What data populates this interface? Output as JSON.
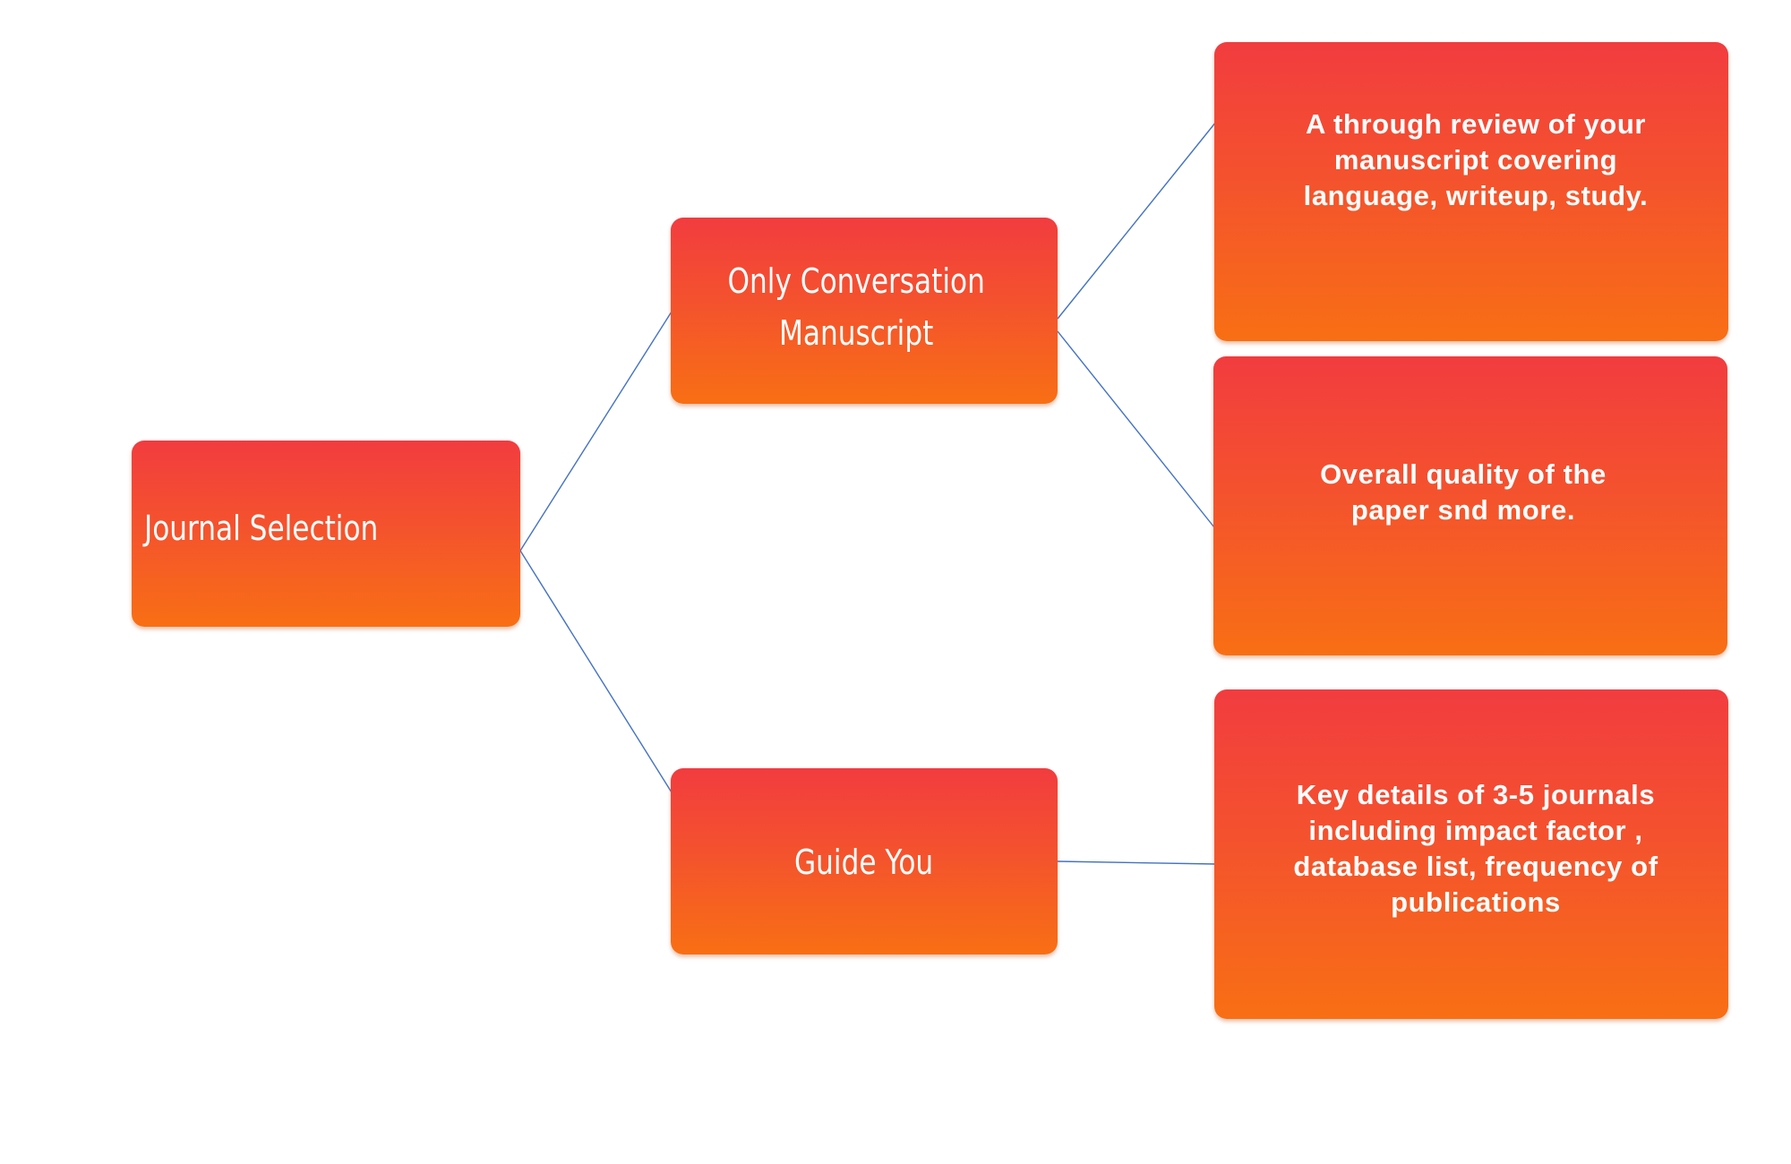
{
  "diagram": {
    "root": {
      "label": "Journal Selection"
    },
    "branches": [
      {
        "label": "Only Conversation\nManuscript",
        "details": [
          "A through review of your\nmanuscript covering\nlanguage, writeup, study.",
          "Overall quality of the\npaper snd more."
        ]
      },
      {
        "label": "Guide You",
        "details": [
          "Key details of 3-5 journals\nincluding impact factor ,\ndatabase list, frequency of\npublications"
        ]
      }
    ]
  },
  "colors": {
    "box_top": "#f23c3f",
    "box_bottom": "#f86f14",
    "connector": "#4472c4",
    "text": "#ffffff",
    "background": "#ffffff"
  }
}
